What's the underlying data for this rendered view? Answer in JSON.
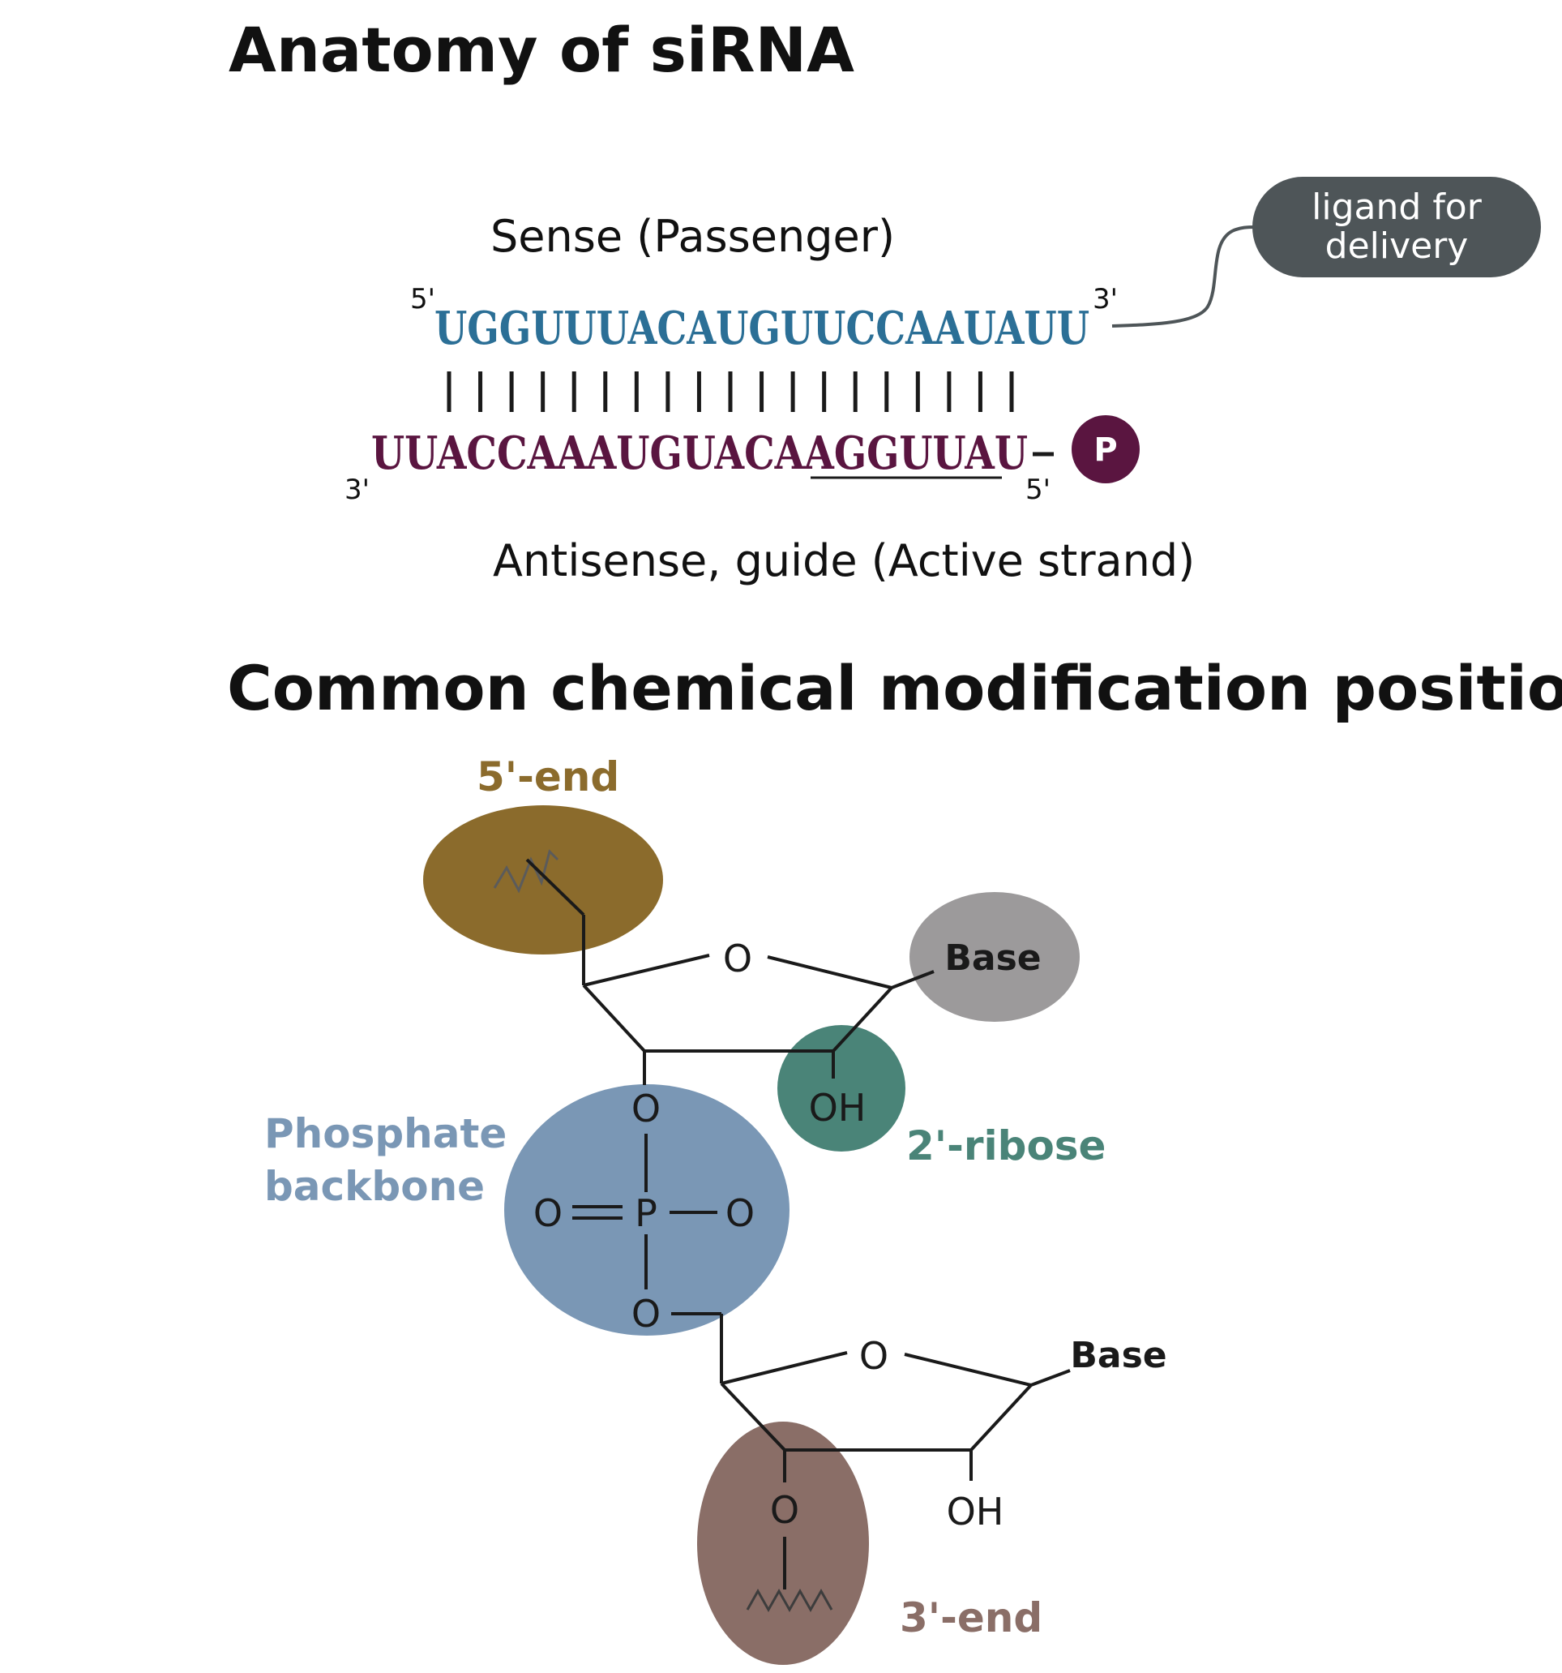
{
  "titles": {
    "anatomy": "Anatomy of siRNA",
    "modifications": "Common chemical modification positions"
  },
  "duplex": {
    "sense_label": "Sense (Passenger)",
    "antisense_label": "Antisense, guide (Active strand)",
    "sense_sequence": "UGGUUUACAUGUUCCAAUAUU",
    "antisense_sequence_main": "UUACCAAAUGUACA",
    "antisense_sequence_seed": "AGGUUAU",
    "sense_5prime": "5'",
    "sense_3prime": "3'",
    "antisense_3prime": "3'",
    "antisense_5prime": "5'",
    "base_pairs": 19,
    "ligand_label_line1": "ligand for",
    "ligand_label_line2": "delivery",
    "phosphate_label": "P",
    "colors": {
      "sense": "#2b6f96",
      "antisense": "#5a1540",
      "ligand_bubble": "#4e5558",
      "phosphate": "#5a1540"
    }
  },
  "modifications": {
    "five_end_label": "5'-end",
    "phosphate_backbone_line1": "Phosphate",
    "phosphate_backbone_line2": "backbone",
    "two_ribose_label": "2'-ribose",
    "three_end_label": "3'-end",
    "base_label": "Base",
    "base_label_2": "Base",
    "ring_oxygen": "O",
    "ring_oxygen_2": "O",
    "hydroxyl": "OH",
    "hydroxyl_2": "OH",
    "phosphate_o_top": "O",
    "phosphate_o_left": "O",
    "phosphate_p": "P",
    "phosphate_o_right": "O",
    "phosphate_o_bottom": "O",
    "three_end_oxygen": "O",
    "colors": {
      "five_end": "#8b6b2c",
      "base": "#9c9a9b",
      "two_ribose": "#4a8478",
      "phosphate_backbone": "#7a97b5",
      "three_end": "#8a6e67"
    }
  }
}
